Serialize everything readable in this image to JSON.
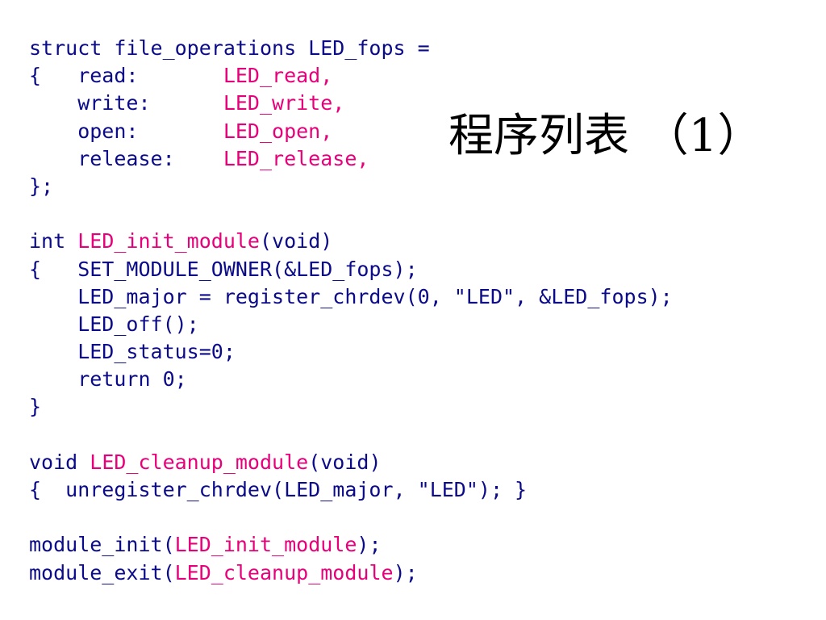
{
  "slide": {
    "title": "程序列表 （1）",
    "colors": {
      "code_default": "#0b0b8a",
      "code_highlight": "#e8007a",
      "title": "#000000",
      "background": "#ffffff"
    }
  },
  "code_lines": [
    [
      {
        "text": "struct file_operations LED_fops =",
        "color": "default"
      }
    ],
    [
      {
        "text": "{   read:       ",
        "color": "default"
      },
      {
        "text": "LED_read,",
        "color": "highlight"
      }
    ],
    [
      {
        "text": "    write:      ",
        "color": "default"
      },
      {
        "text": "LED_write,",
        "color": "highlight"
      }
    ],
    [
      {
        "text": "    open:       ",
        "color": "default"
      },
      {
        "text": "LED_open,",
        "color": "highlight"
      }
    ],
    [
      {
        "text": "    release:    ",
        "color": "default"
      },
      {
        "text": "LED_release,",
        "color": "highlight"
      }
    ],
    [
      {
        "text": "};",
        "color": "default"
      }
    ],
    [
      {
        "text": "",
        "color": "default"
      }
    ],
    [
      {
        "text": "int ",
        "color": "default"
      },
      {
        "text": "LED_init_module",
        "color": "highlight"
      },
      {
        "text": "(void)",
        "color": "default"
      }
    ],
    [
      {
        "text": "{   SET_MODULE_OWNER(&LED_fops);",
        "color": "default"
      }
    ],
    [
      {
        "text": "    LED_major = register_chrdev(0, \"LED\", &LED_fops);",
        "color": "default"
      }
    ],
    [
      {
        "text": "    LED_off();",
        "color": "default"
      }
    ],
    [
      {
        "text": "    LED_status=0;",
        "color": "default"
      }
    ],
    [
      {
        "text": "    return 0;",
        "color": "default"
      }
    ],
    [
      {
        "text": "}",
        "color": "default"
      }
    ],
    [
      {
        "text": "",
        "color": "default"
      }
    ],
    [
      {
        "text": "void ",
        "color": "default"
      },
      {
        "text": "LED_cleanup_module",
        "color": "highlight"
      },
      {
        "text": "(void)",
        "color": "default"
      }
    ],
    [
      {
        "text": "{  unregister_chrdev(LED_major, \"LED\"); }",
        "color": "default"
      }
    ],
    [
      {
        "text": "",
        "color": "default"
      }
    ],
    [
      {
        "text": "module_init(",
        "color": "default"
      },
      {
        "text": "LED_init_module",
        "color": "highlight"
      },
      {
        "text": ");",
        "color": "default"
      }
    ],
    [
      {
        "text": "module_exit(",
        "color": "default"
      },
      {
        "text": "LED_cleanup_module",
        "color": "highlight"
      },
      {
        "text": ");",
        "color": "default"
      }
    ]
  ]
}
